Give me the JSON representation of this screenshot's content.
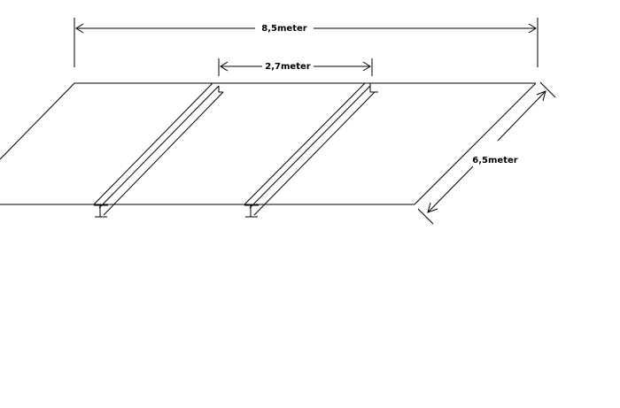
{
  "dimensions": {
    "total_width": "8,5meter",
    "beam_spacing": "2,7meter",
    "depth": "6,5meter"
  },
  "colors": {
    "line": "#000000",
    "background": "#ffffff"
  }
}
